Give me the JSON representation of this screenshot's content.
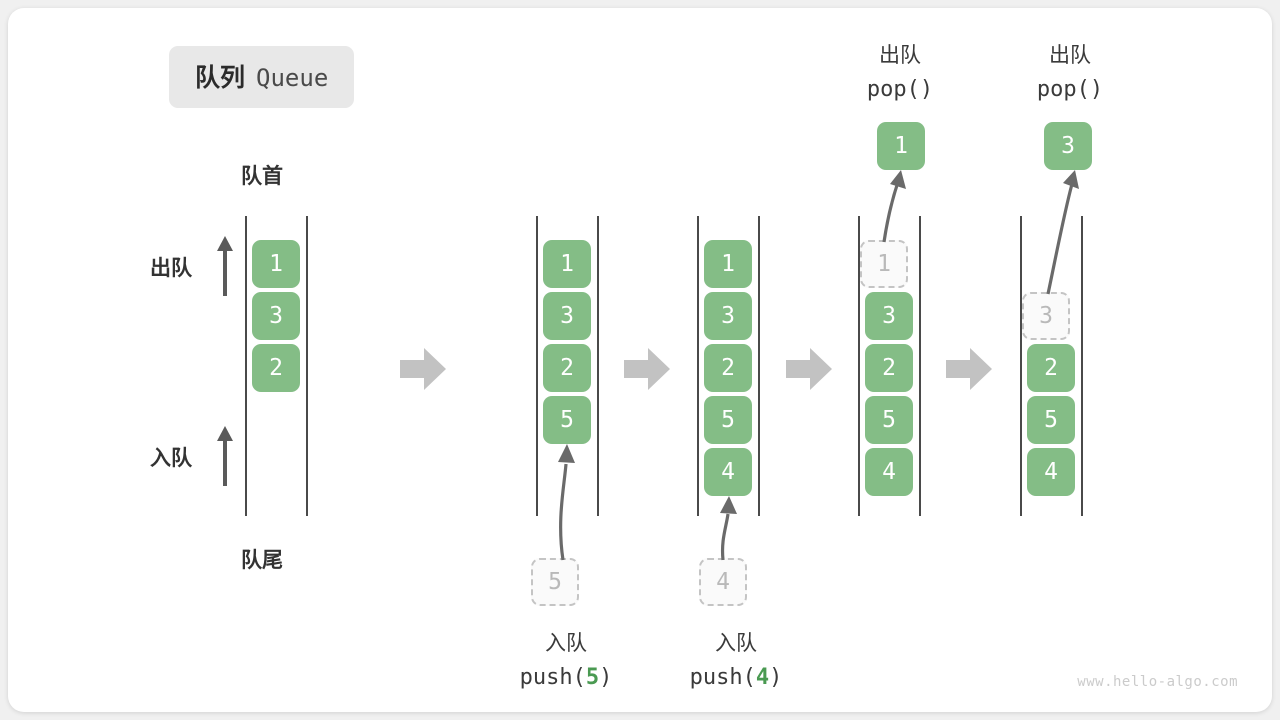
{
  "title": {
    "cn": "队列",
    "en": "Queue"
  },
  "labels": {
    "front": "队首",
    "rear": "队尾",
    "dequeue": "出队",
    "enqueue": "入队"
  },
  "colors": {
    "cell_fill": "#84bd86",
    "cell_text": "#ffffff",
    "ghost_fill": "#fafafa",
    "ghost_border": "#c4c4c4",
    "ghost_text": "#b9b9b9",
    "rail": "#4a4a4a",
    "arrow_gray": "#c2c2c2",
    "arrow_dark": "#5a5a5a",
    "accent_green": "#4a9a52",
    "badge_bg": "#e8e8e8",
    "canvas": "#ffffff"
  },
  "columns": [
    {
      "name": "initial-queue",
      "cells": [
        "1",
        "3",
        "2"
      ],
      "ghost": null,
      "popped": null,
      "caption": null
    },
    {
      "name": "after-push-5",
      "cells": [
        "1",
        "3",
        "2",
        "5"
      ],
      "ghost": "5",
      "popped": null,
      "caption": {
        "cn": "入队",
        "fn_prefix": "push(",
        "fn_arg": "5",
        "fn_suffix": ")"
      }
    },
    {
      "name": "after-push-4",
      "cells": [
        "1",
        "3",
        "2",
        "5",
        "4"
      ],
      "ghost": "4",
      "popped": null,
      "caption": {
        "cn": "入队",
        "fn_prefix": "push(",
        "fn_arg": "4",
        "fn_suffix": ")"
      }
    },
    {
      "name": "after-pop-1",
      "cells": [
        "3",
        "2",
        "5",
        "4"
      ],
      "ghost": "1",
      "popped": "1",
      "caption": {
        "cn": "出队",
        "fn_prefix": "pop(",
        "fn_arg": "",
        "fn_suffix": ")"
      }
    },
    {
      "name": "after-pop-3",
      "cells": [
        "2",
        "5",
        "4"
      ],
      "ghost": "3",
      "popped": "3",
      "caption": {
        "cn": "出队",
        "fn_prefix": "pop(",
        "fn_arg": "",
        "fn_suffix": ")"
      }
    }
  ],
  "watermark": "www.hello-algo.com"
}
